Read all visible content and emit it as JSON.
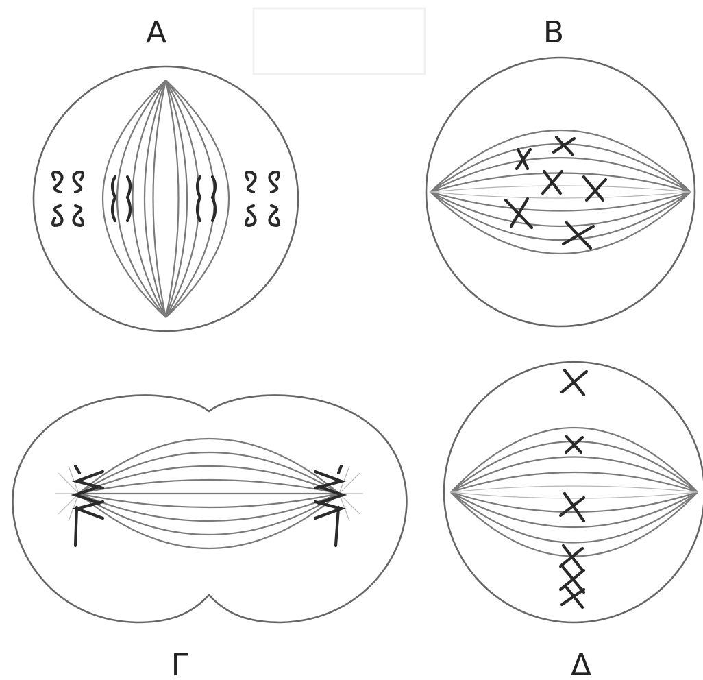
{
  "labels": {
    "a": "A",
    "b": "B",
    "g": "Γ",
    "d": "Δ"
  },
  "colors": {
    "outline": "#666666",
    "fiber": "#7a7a7a",
    "chromosome": "#2a2a2a",
    "background": "#ffffff"
  }
}
